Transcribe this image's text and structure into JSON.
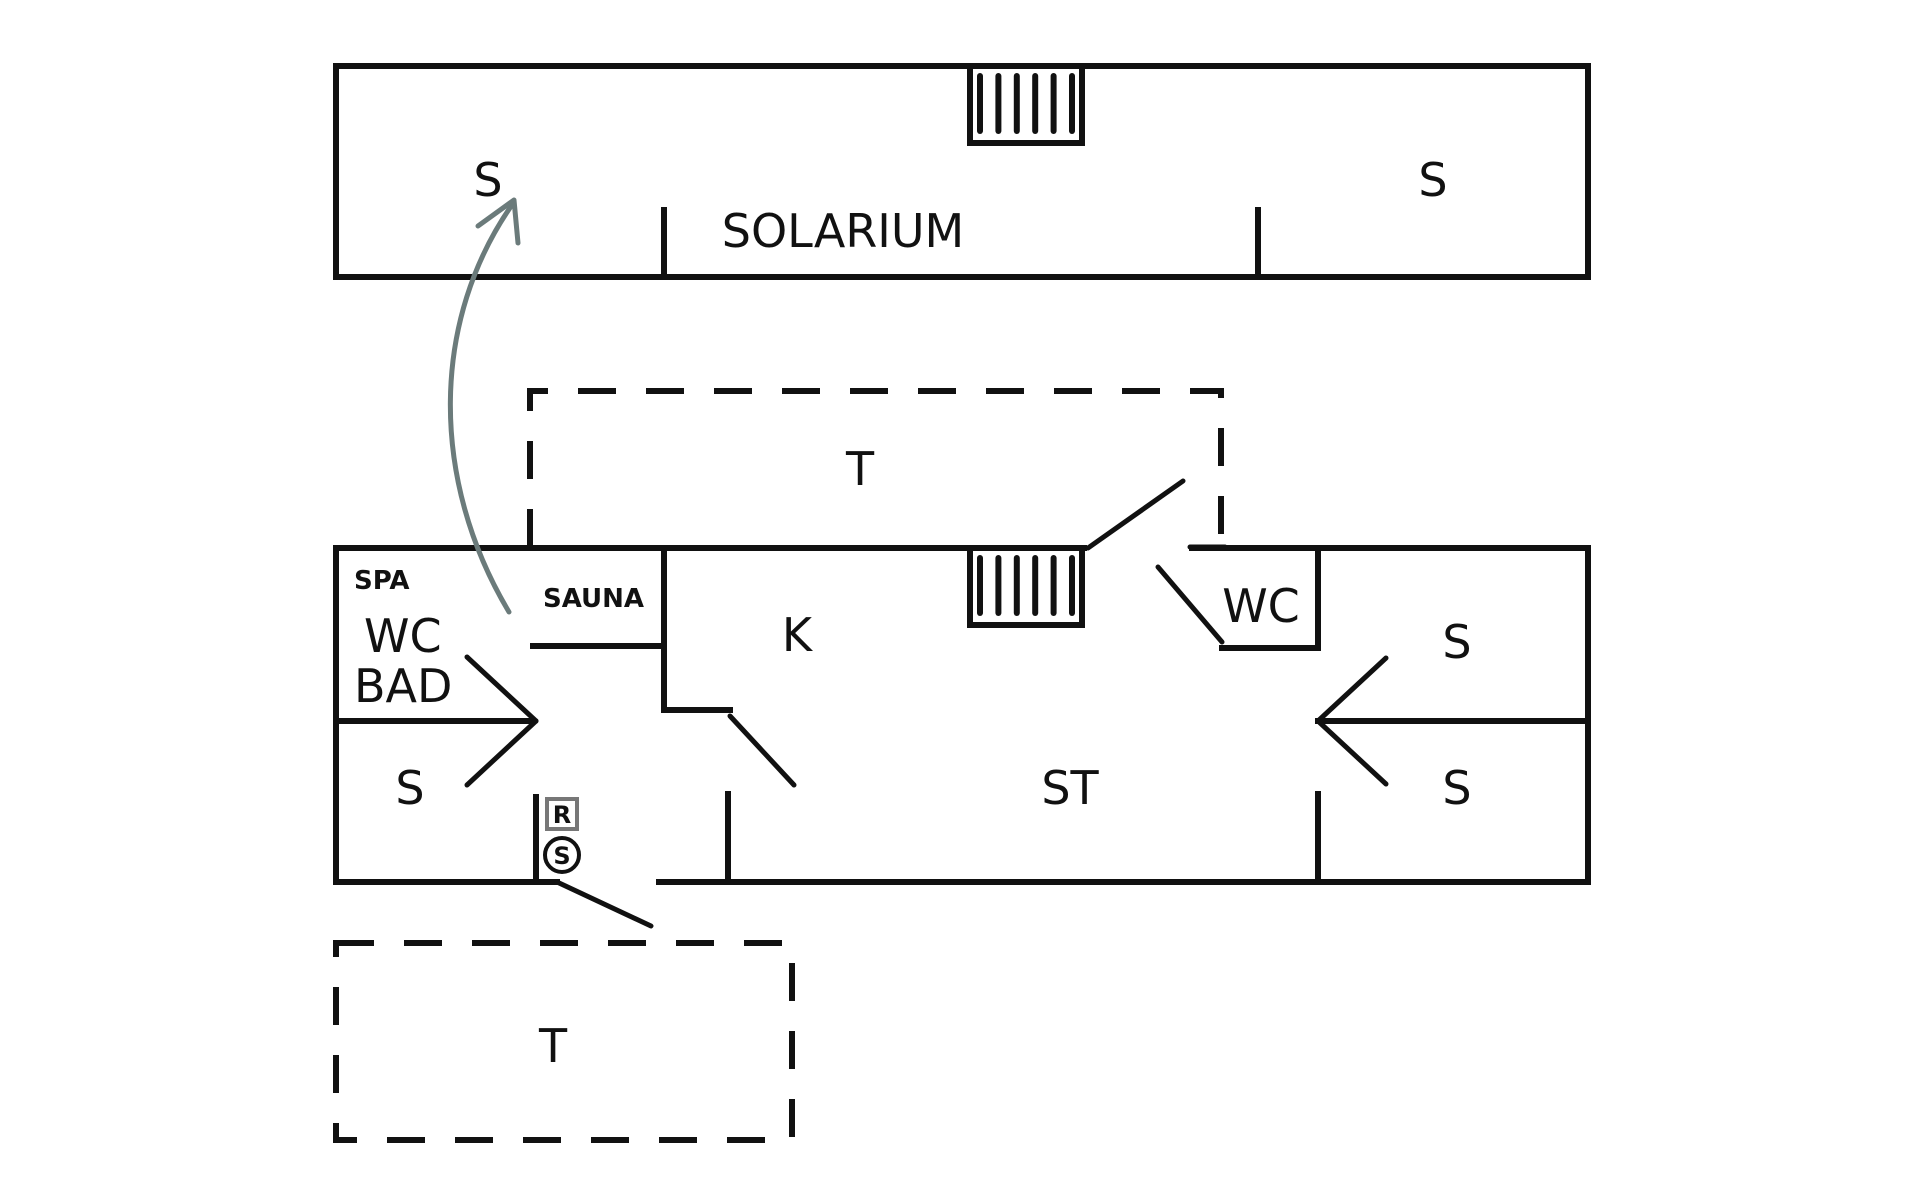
{
  "diagram": {
    "type": "floor-plan",
    "upper_floor": {
      "name": "SOLARIUM",
      "rooms": [
        {
          "id": "upper-s-left",
          "label": "S"
        },
        {
          "id": "upper-solarium",
          "label": "SOLARIUM"
        },
        {
          "id": "upper-s-right",
          "label": "S"
        }
      ],
      "stair": {
        "steps": 6
      }
    },
    "ground_floor": {
      "rooms": [
        {
          "id": "spa-label",
          "label": "SPA"
        },
        {
          "id": "wc-bad",
          "label_line1": "WC",
          "label_line2": "BAD"
        },
        {
          "id": "sauna",
          "label": "SAUNA"
        },
        {
          "id": "kitchen",
          "label": "K"
        },
        {
          "id": "wc-right",
          "label": "WC"
        },
        {
          "id": "s-left",
          "label": "S"
        },
        {
          "id": "st",
          "label": "ST"
        },
        {
          "id": "s-right-top",
          "label": "S"
        },
        {
          "id": "s-right-bottom",
          "label": "S"
        }
      ],
      "stair": {
        "steps": 6
      },
      "symbols": {
        "r": "R",
        "s": "S"
      }
    },
    "terraces": [
      {
        "id": "terrace-top",
        "label": "T"
      },
      {
        "id": "terrace-bottom",
        "label": "T"
      }
    ],
    "arrow": {
      "from": "spa",
      "to": "upper-s-left",
      "color": "#6b7b7b"
    },
    "colors": {
      "line": "#111111",
      "background": "#ffffff",
      "arrow": "#6b7b7b",
      "symbol_box": "#777777"
    }
  }
}
